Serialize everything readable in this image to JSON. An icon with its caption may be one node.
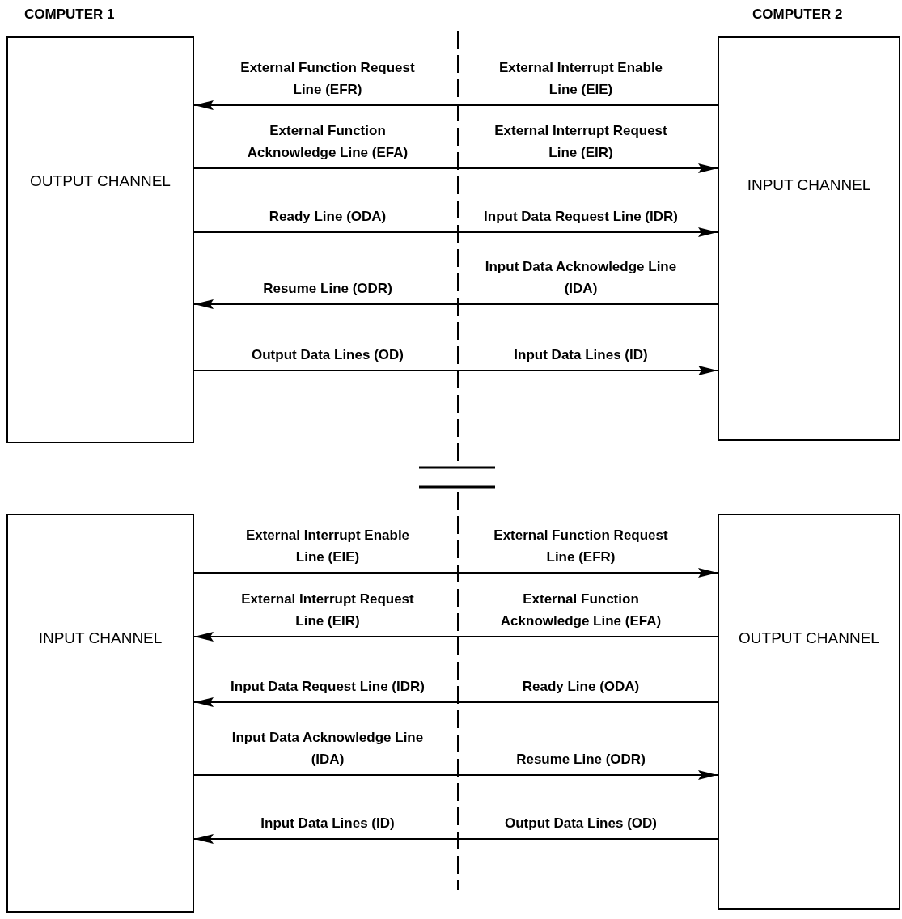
{
  "diagram": {
    "nodes": [
      {
        "text": [
          "OUTPUT CHANNEL"
        ],
        "beside": [
          "COMPUTER 1"
        ]
      },
      {
        "text": [
          "INPUT CHANNEL"
        ],
        "beside": [
          "COMPUTER 2"
        ]
      },
      {
        "text": [
          "INPUT CHANNEL"
        ]
      },
      {
        "text": [
          "OUTPUT CHANNEL"
        ]
      }
    ],
    "edges": [
      {
        "from": 1,
        "to": 0,
        "arrow": "to"
      },
      {
        "from": 0,
        "to": 1,
        "arrow": "to"
      },
      {
        "from": 0,
        "to": 1,
        "arrow": "to"
      },
      {
        "from": 1,
        "to": 0,
        "arrow": "to"
      },
      {
        "from": 0,
        "to": 1,
        "arrow": "to"
      },
      {
        "from": 2,
        "to": 3,
        "arrow": "to"
      },
      {
        "from": 3,
        "to": 2,
        "arrow": "to"
      },
      {
        "from": 3,
        "to": 2,
        "arrow": "to"
      },
      {
        "from": 2,
        "to": 3,
        "arrow": "to"
      },
      {
        "from": 3,
        "to": 2,
        "arrow": "to"
      }
    ],
    "labels": [
      "External Function Request Line (EFR)",
      "External Interrupt Enable Line (EIE)",
      "External Function Acknowledge Line (EFA)",
      "External Interrupt Request Line (EIR)",
      "Ready Line (ODA)",
      "Input Data Request Line (IDR)",
      "Resume Line (ODR)",
      "Input Data Acknowledge Line (IDA)",
      "Output Data Lines (OD)",
      "Input Data Lines (ID)",
      "External Interrupt Enable Line (EIE)",
      "External Function Request Line (EFR)",
      "External Interrupt Request Line (EIR)",
      "External Function Acknowledge Line (EFA)",
      "Input Data Request Line (IDR)",
      "Ready Line (ODA)",
      "Input Data Acknowledge Line (IDA)",
      "Resume Line (ODR)",
      "Input Data Lines (ID)",
      "Output Data Lines (OD)"
    ]
  }
}
